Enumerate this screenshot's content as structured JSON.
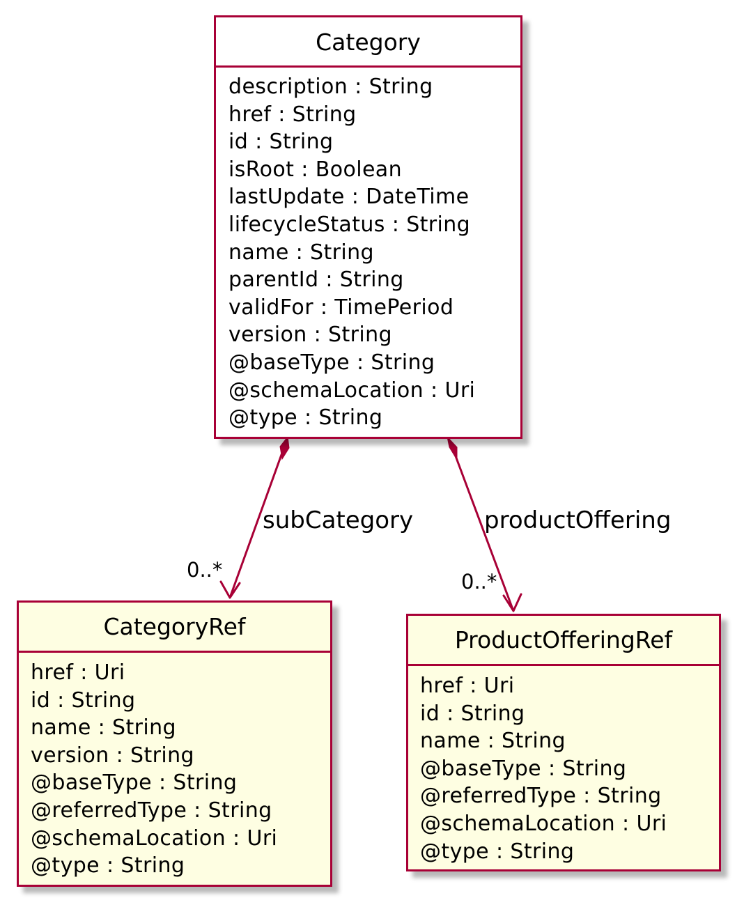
{
  "classes": {
    "category": {
      "name": "Category",
      "attributes": [
        "description : String",
        "href : String",
        "id : String",
        "isRoot : Boolean",
        "lastUpdate : DateTime",
        "lifecycleStatus : String",
        "name : String",
        "parentId : String",
        "validFor : TimePeriod",
        "version : String",
        "@baseType : String",
        "@schemaLocation : Uri",
        "@type : String"
      ]
    },
    "category_ref": {
      "name": "CategoryRef",
      "attributes": [
        "href : Uri",
        "id : String",
        "name : String",
        "version : String",
        "@baseType : String",
        "@referredType : String",
        "@schemaLocation : Uri",
        "@type : String"
      ]
    },
    "product_offering_ref": {
      "name": "ProductOfferingRef",
      "attributes": [
        "href : Uri",
        "id : String",
        "name : String",
        "@baseType : String",
        "@referredType : String",
        "@schemaLocation : Uri",
        "@type : String"
      ]
    }
  },
  "relations": {
    "sub_category": {
      "label": "subCategory",
      "multiplicity": "0..*"
    },
    "product_offering": {
      "label": "productOffering",
      "multiplicity": "0..*"
    }
  },
  "colors": {
    "border": "#a80036",
    "class_fill": "#fefee2",
    "root_class_fill": "#ffffff",
    "text": "#000000"
  }
}
